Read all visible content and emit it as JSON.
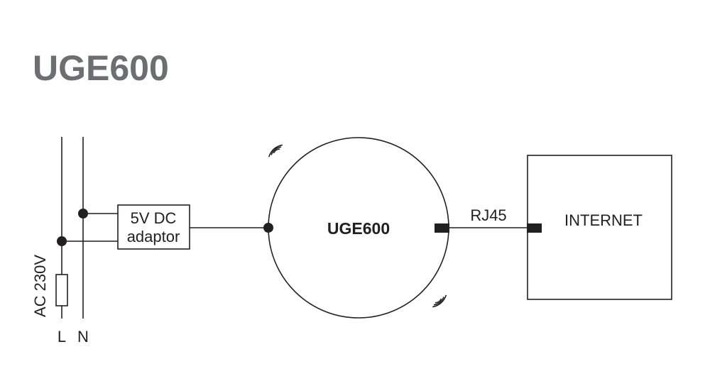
{
  "title": "UGE600",
  "colors": {
    "title": "#6d6e71",
    "line": "#231f20",
    "background": "#ffffff"
  },
  "mains": {
    "supply_label": "AC 230V",
    "line_label": "L",
    "neutral_label": "N"
  },
  "adaptor": {
    "line1": "5V DC",
    "line2": "adaptor"
  },
  "device": {
    "label": "UGE600",
    "icons": [
      "wireless-signal-icon",
      "wireless-signal-icon"
    ]
  },
  "connection": {
    "label": "RJ45"
  },
  "internet": {
    "label": "INTERNET"
  }
}
